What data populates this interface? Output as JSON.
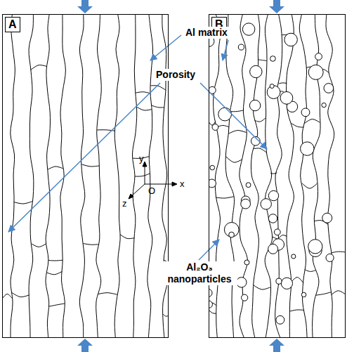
{
  "diagram": {
    "nodes": [
      {
        "text": [
          "A"
        ]
      },
      {
        "text": [
          "B"
        ]
      }
    ],
    "labels": [
      "Al matrix",
      "Porosity",
      "Al₂O₃ nanoparticles",
      "y",
      "x",
      "z",
      "O"
    ]
  }
}
